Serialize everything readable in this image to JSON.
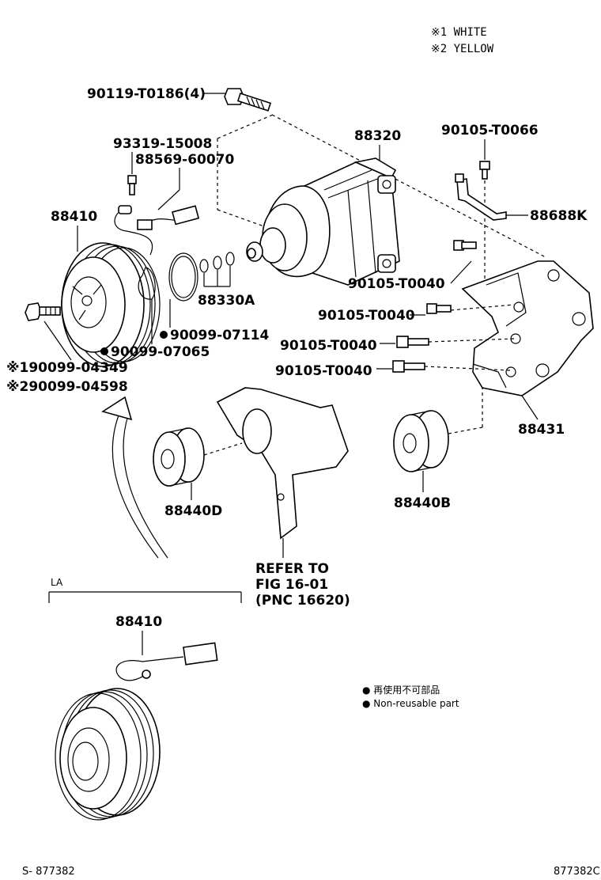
{
  "notes": {
    "note1": "※1 WHITE",
    "note2": "※2 YELLOW"
  },
  "labels": {
    "bolt_top": "90119-T0186(4)",
    "clip": "93319-15008",
    "wire_clamp": "88569-60070",
    "compressor": "88320",
    "bolt_bracket_top": "90105-T0066",
    "harness_clamp": "88688K",
    "clutch_hub": "88410",
    "shim_set": "88330A",
    "bolt_t0040_a": "90105-T0040",
    "bolt_t0040_b": "90105-T0040",
    "bolt_t0040_c": "90105-T0040",
    "bolt_t0040_d": "90105-T0040",
    "snap_ring_a": "90099-07114",
    "snap_ring_b": "90099-07065",
    "bolt_w1": "※190099-04349",
    "bolt_w2": "※290099-04598",
    "bracket": "88431",
    "idler_d": "88440D",
    "idler_b": "88440B",
    "refer_1": "REFER TO",
    "refer_2": "FIG 16-01",
    "refer_3": "(PNC 16620)",
    "variant": "LA",
    "clutch_la": "88410"
  },
  "legend": {
    "jp": "● 再使用不可部品",
    "en": "● Non-reusable part"
  },
  "footer": {
    "left": "S- 877382",
    "right": "877382C"
  }
}
